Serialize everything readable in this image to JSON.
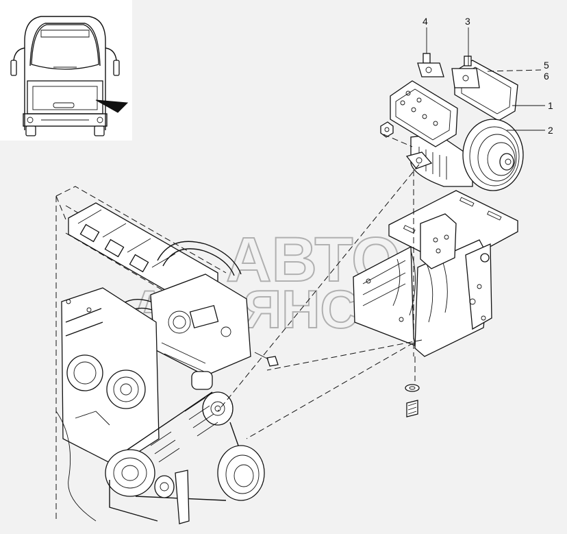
{
  "callouts": {
    "c1": "1",
    "c2": "2",
    "c3": "3",
    "c4": "4",
    "c5": "5",
    "c6": "6"
  },
  "watermark": {
    "line1": "АВТО",
    "line2": "АЛЬЯНС"
  },
  "colors": {
    "background": "#f2f2f2",
    "ink": "#111111",
    "watermark": "#9a9a9a"
  }
}
